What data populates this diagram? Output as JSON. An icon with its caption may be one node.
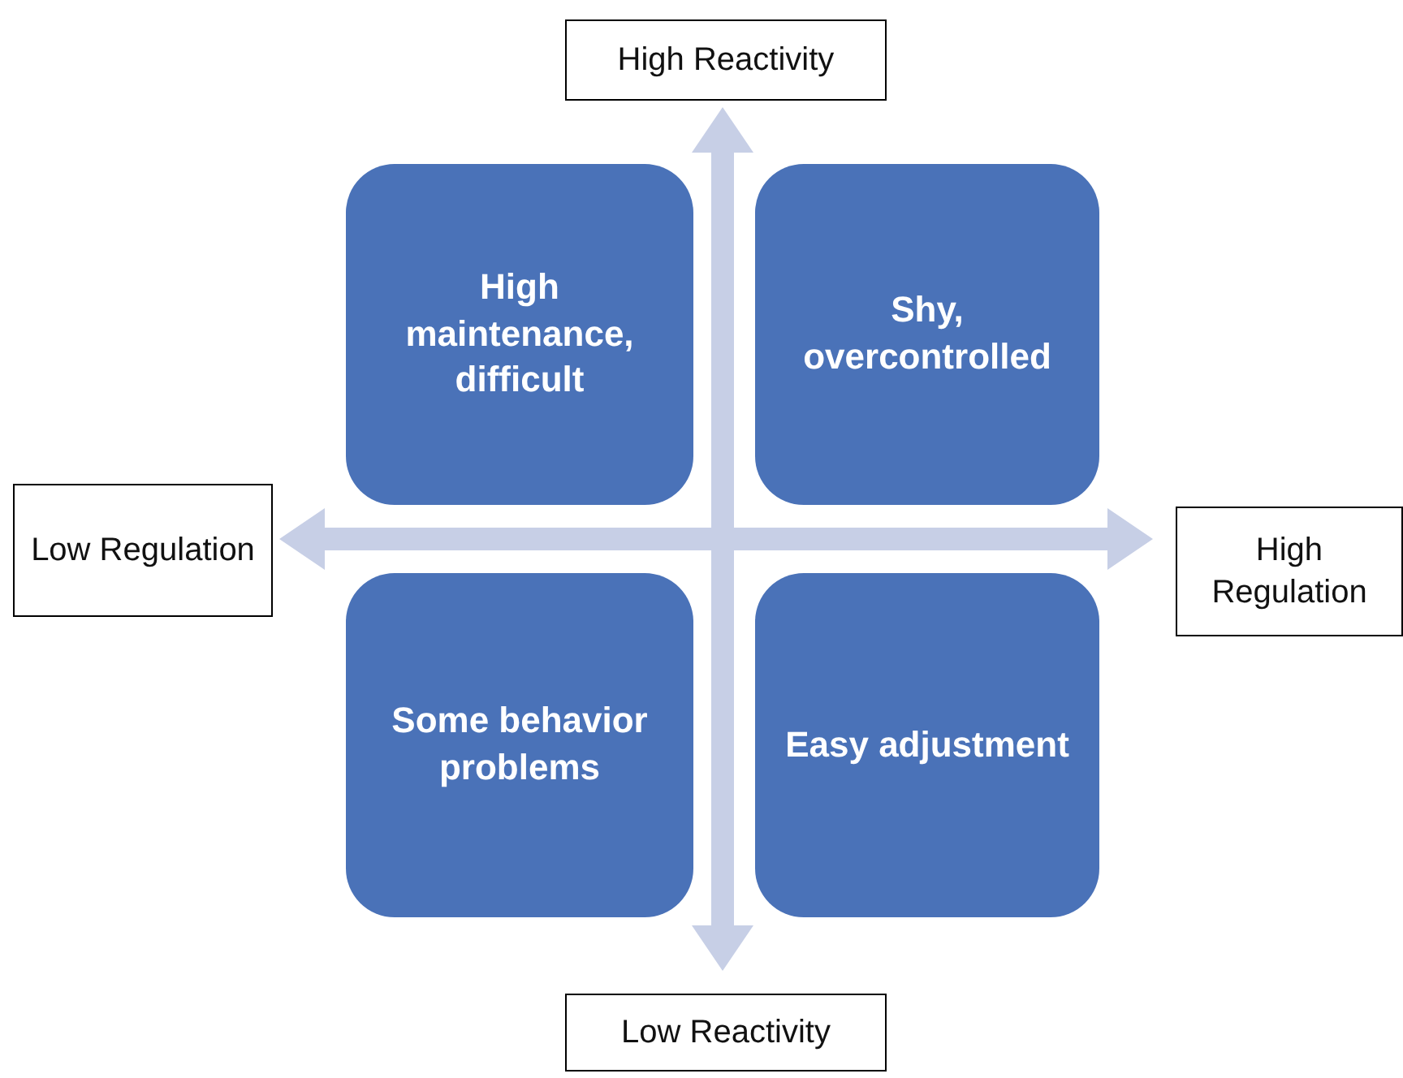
{
  "diagram": {
    "nodes": [
      {
        "text": [
          "High Reactivity"
        ]
      },
      {
        "text": [
          "High maintenance, difficult"
        ]
      },
      {
        "text": [
          "Shy, overcontrolled"
        ]
      },
      {
        "text": [
          "Low Regulation"
        ]
      },
      {
        "text": [
          "High Regulation"
        ]
      },
      {
        "text": [
          "Some behavior problems"
        ]
      },
      {
        "text": [
          "Easy adjustment"
        ]
      },
      {
        "text": [
          "Low Reactivity"
        ]
      }
    ]
  }
}
